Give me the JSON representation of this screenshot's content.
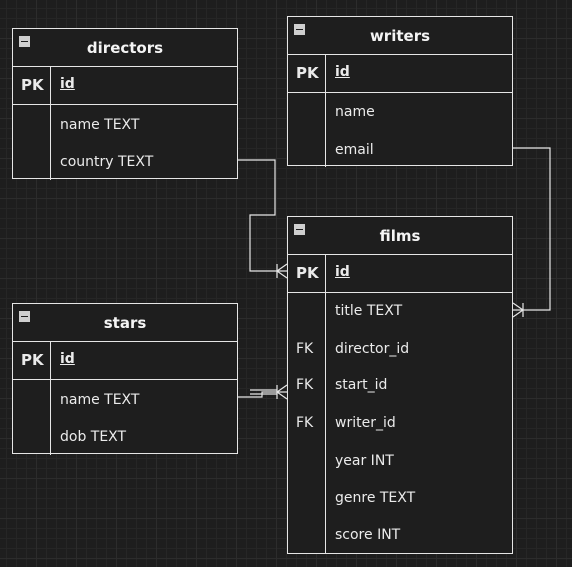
{
  "tables": {
    "directors": {
      "title": "directors",
      "pk": {
        "key": "PK",
        "name": "id"
      },
      "fields": [
        {
          "key": "",
          "name": "name TEXT"
        },
        {
          "key": "",
          "name": "country TEXT"
        }
      ]
    },
    "writers": {
      "title": "writers",
      "pk": {
        "key": "PK",
        "name": "id"
      },
      "fields": [
        {
          "key": "",
          "name": "name"
        },
        {
          "key": "",
          "name": "email"
        }
      ]
    },
    "stars": {
      "title": "stars",
      "pk": {
        "key": "PK",
        "name": "id"
      },
      "fields": [
        {
          "key": "",
          "name": "name TEXT"
        },
        {
          "key": "",
          "name": "dob TEXT"
        }
      ]
    },
    "films": {
      "title": "films",
      "pk": {
        "key": "PK",
        "name": "id"
      },
      "fields": [
        {
          "key": "",
          "name": "title TEXT"
        },
        {
          "key": "FK",
          "name": "director_id"
        },
        {
          "key": "FK",
          "name": "start_id"
        },
        {
          "key": "FK",
          "name": "writer_id"
        },
        {
          "key": "",
          "name": "year INT"
        },
        {
          "key": "",
          "name": "genre TEXT"
        },
        {
          "key": "",
          "name": "score INT"
        }
      ]
    }
  },
  "colors": {
    "background": "#1e1e1e",
    "line": "#e6e6e6",
    "text": "#f0f0f0"
  }
}
